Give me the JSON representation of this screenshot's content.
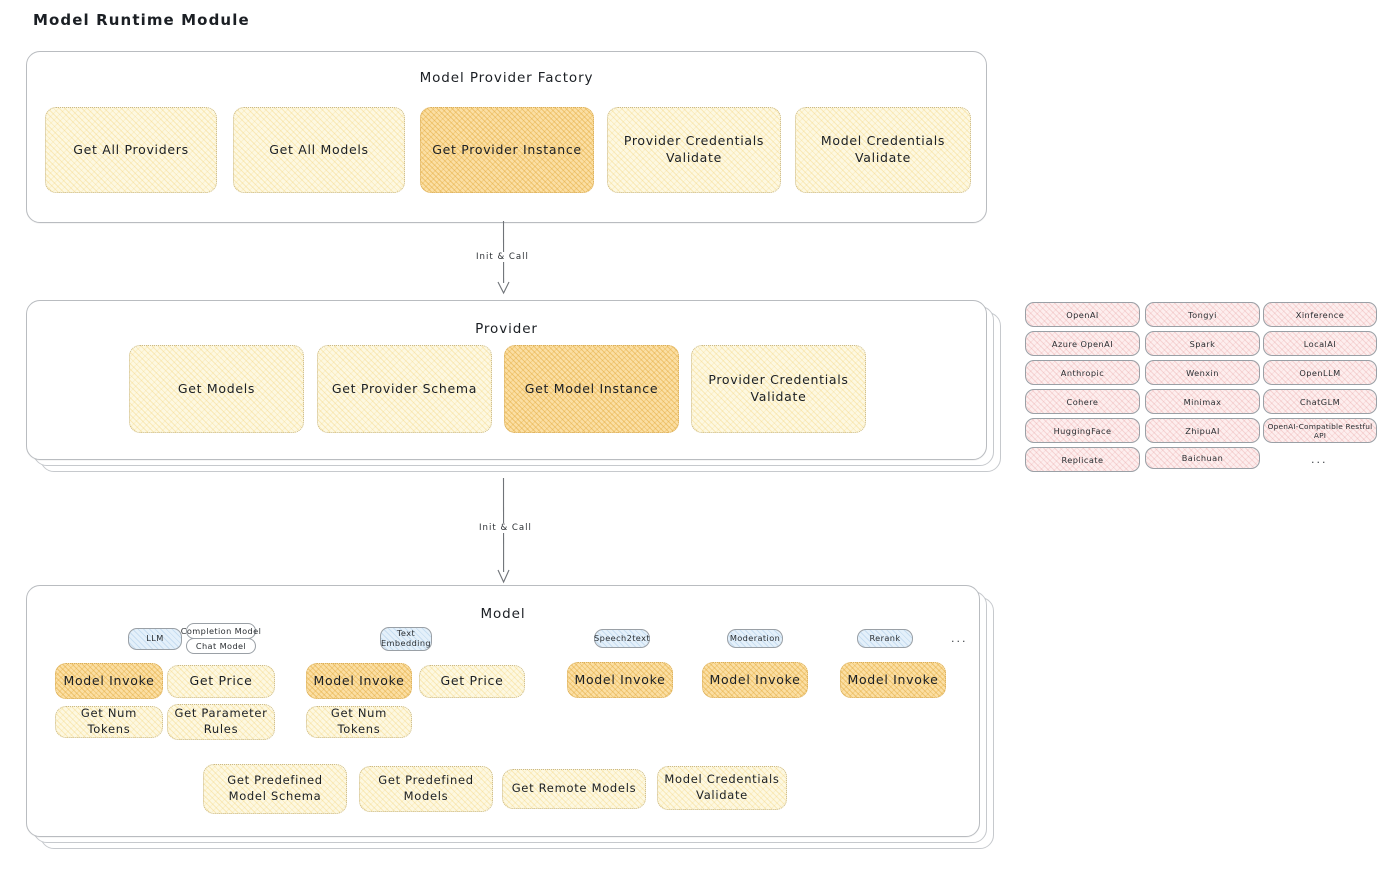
{
  "page": {
    "title": "Model Runtime Module"
  },
  "factory": {
    "title": "Model Provider Factory",
    "boxes": [
      {
        "label": "Get All Providers",
        "highlight": false
      },
      {
        "label": "Get All Models",
        "highlight": false
      },
      {
        "label": "Get Provider Instance",
        "highlight": true
      },
      {
        "label": "Provider Credentials Validate",
        "highlight": false
      },
      {
        "label": "Model Credentials Validate",
        "highlight": false
      }
    ]
  },
  "arrow1": {
    "label": "Init & Call"
  },
  "provider": {
    "title": "Provider",
    "boxes": [
      {
        "label": "Get Models",
        "highlight": false
      },
      {
        "label": "Get Provider Schema",
        "highlight": false
      },
      {
        "label": "Get Model Instance",
        "highlight": true
      },
      {
        "label": "Provider Credentials Validate",
        "highlight": false
      }
    ]
  },
  "provider_list": {
    "columns": [
      [
        "OpenAI",
        "Azure OpenAI",
        "Anthropic",
        "Cohere",
        "HuggingFace",
        "Replicate"
      ],
      [
        "Tongyi",
        "Spark",
        "Wenxin",
        "Minimax",
        "ZhipuAI",
        "Baichuan"
      ],
      [
        "Xinference",
        "LocalAI",
        "OpenLLM",
        "ChatGLM",
        "OpenAI-Compatible Restful API"
      ]
    ],
    "ellipsis": "..."
  },
  "arrow2": {
    "label": "Init & Call"
  },
  "model": {
    "title": "Model",
    "ellipsis": "...",
    "types": [
      {
        "name": "LLM",
        "subtypes": [
          "Completion Model",
          "Chat Model"
        ],
        "methods": [
          {
            "label": "Model Invoke",
            "highlight": true
          },
          {
            "label": "Get Price",
            "highlight": false
          },
          {
            "label": "Get Num Tokens",
            "highlight": false
          },
          {
            "label": "Get Parameter Rules",
            "highlight": false
          }
        ]
      },
      {
        "name": "Text Embedding",
        "subtypes": [],
        "methods": [
          {
            "label": "Model Invoke",
            "highlight": true
          },
          {
            "label": "Get Price",
            "highlight": false
          },
          {
            "label": "Get Num Tokens",
            "highlight": false
          }
        ]
      },
      {
        "name": "Speech2text",
        "subtypes": [],
        "methods": [
          {
            "label": "Model Invoke",
            "highlight": true
          }
        ]
      },
      {
        "name": "Moderation",
        "subtypes": [],
        "methods": [
          {
            "label": "Model Invoke",
            "highlight": true
          }
        ]
      },
      {
        "name": "Rerank",
        "subtypes": [],
        "methods": [
          {
            "label": "Model Invoke",
            "highlight": true
          }
        ]
      }
    ],
    "common_methods": [
      {
        "label": "Get Predefined Model Schema"
      },
      {
        "label": "Get Predefined Models"
      },
      {
        "label": "Get Remote Models"
      },
      {
        "label": "Model Credentials Validate"
      }
    ]
  },
  "colors": {
    "box_fill": "#fdf8e1",
    "box_fill_highlight": "#fbdfa4",
    "provider_chip_fill": "#fdeeee",
    "type_chip_fill": "#e4f0fa",
    "card_border": "#b9bcc0"
  }
}
